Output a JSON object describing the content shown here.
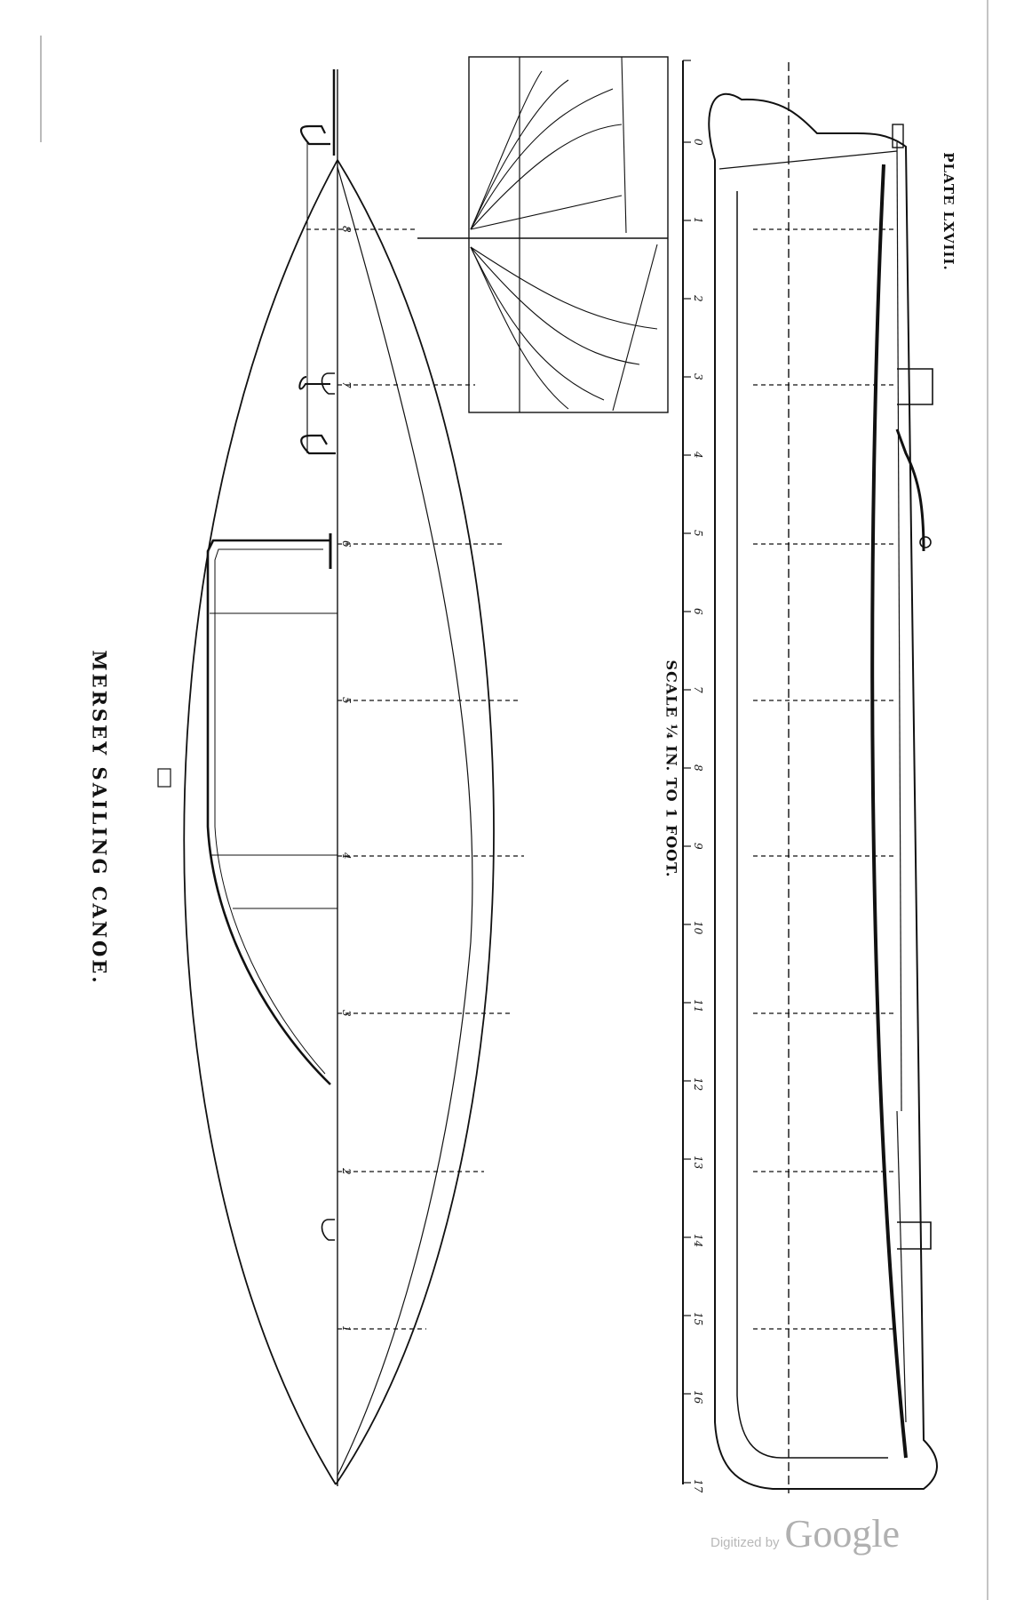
{
  "plate": {
    "label": "PLATE LXVIII.",
    "title": "MERSEY SAILING CANOE.",
    "scale_note": "SCALE ¼ IN. TO 1 FOOT."
  },
  "scale_bar": {
    "ticks": [
      "0",
      "1",
      "2",
      "3",
      "4",
      "5",
      "6",
      "7",
      "8",
      "9",
      "10",
      "11",
      "12",
      "13",
      "14",
      "15",
      "16",
      "17"
    ]
  },
  "station_labels": [
    "8",
    "7",
    "6",
    "5",
    "4",
    "3",
    "2",
    "1"
  ],
  "watermark": {
    "prefix": "Digitized by",
    "brand": "Google"
  }
}
